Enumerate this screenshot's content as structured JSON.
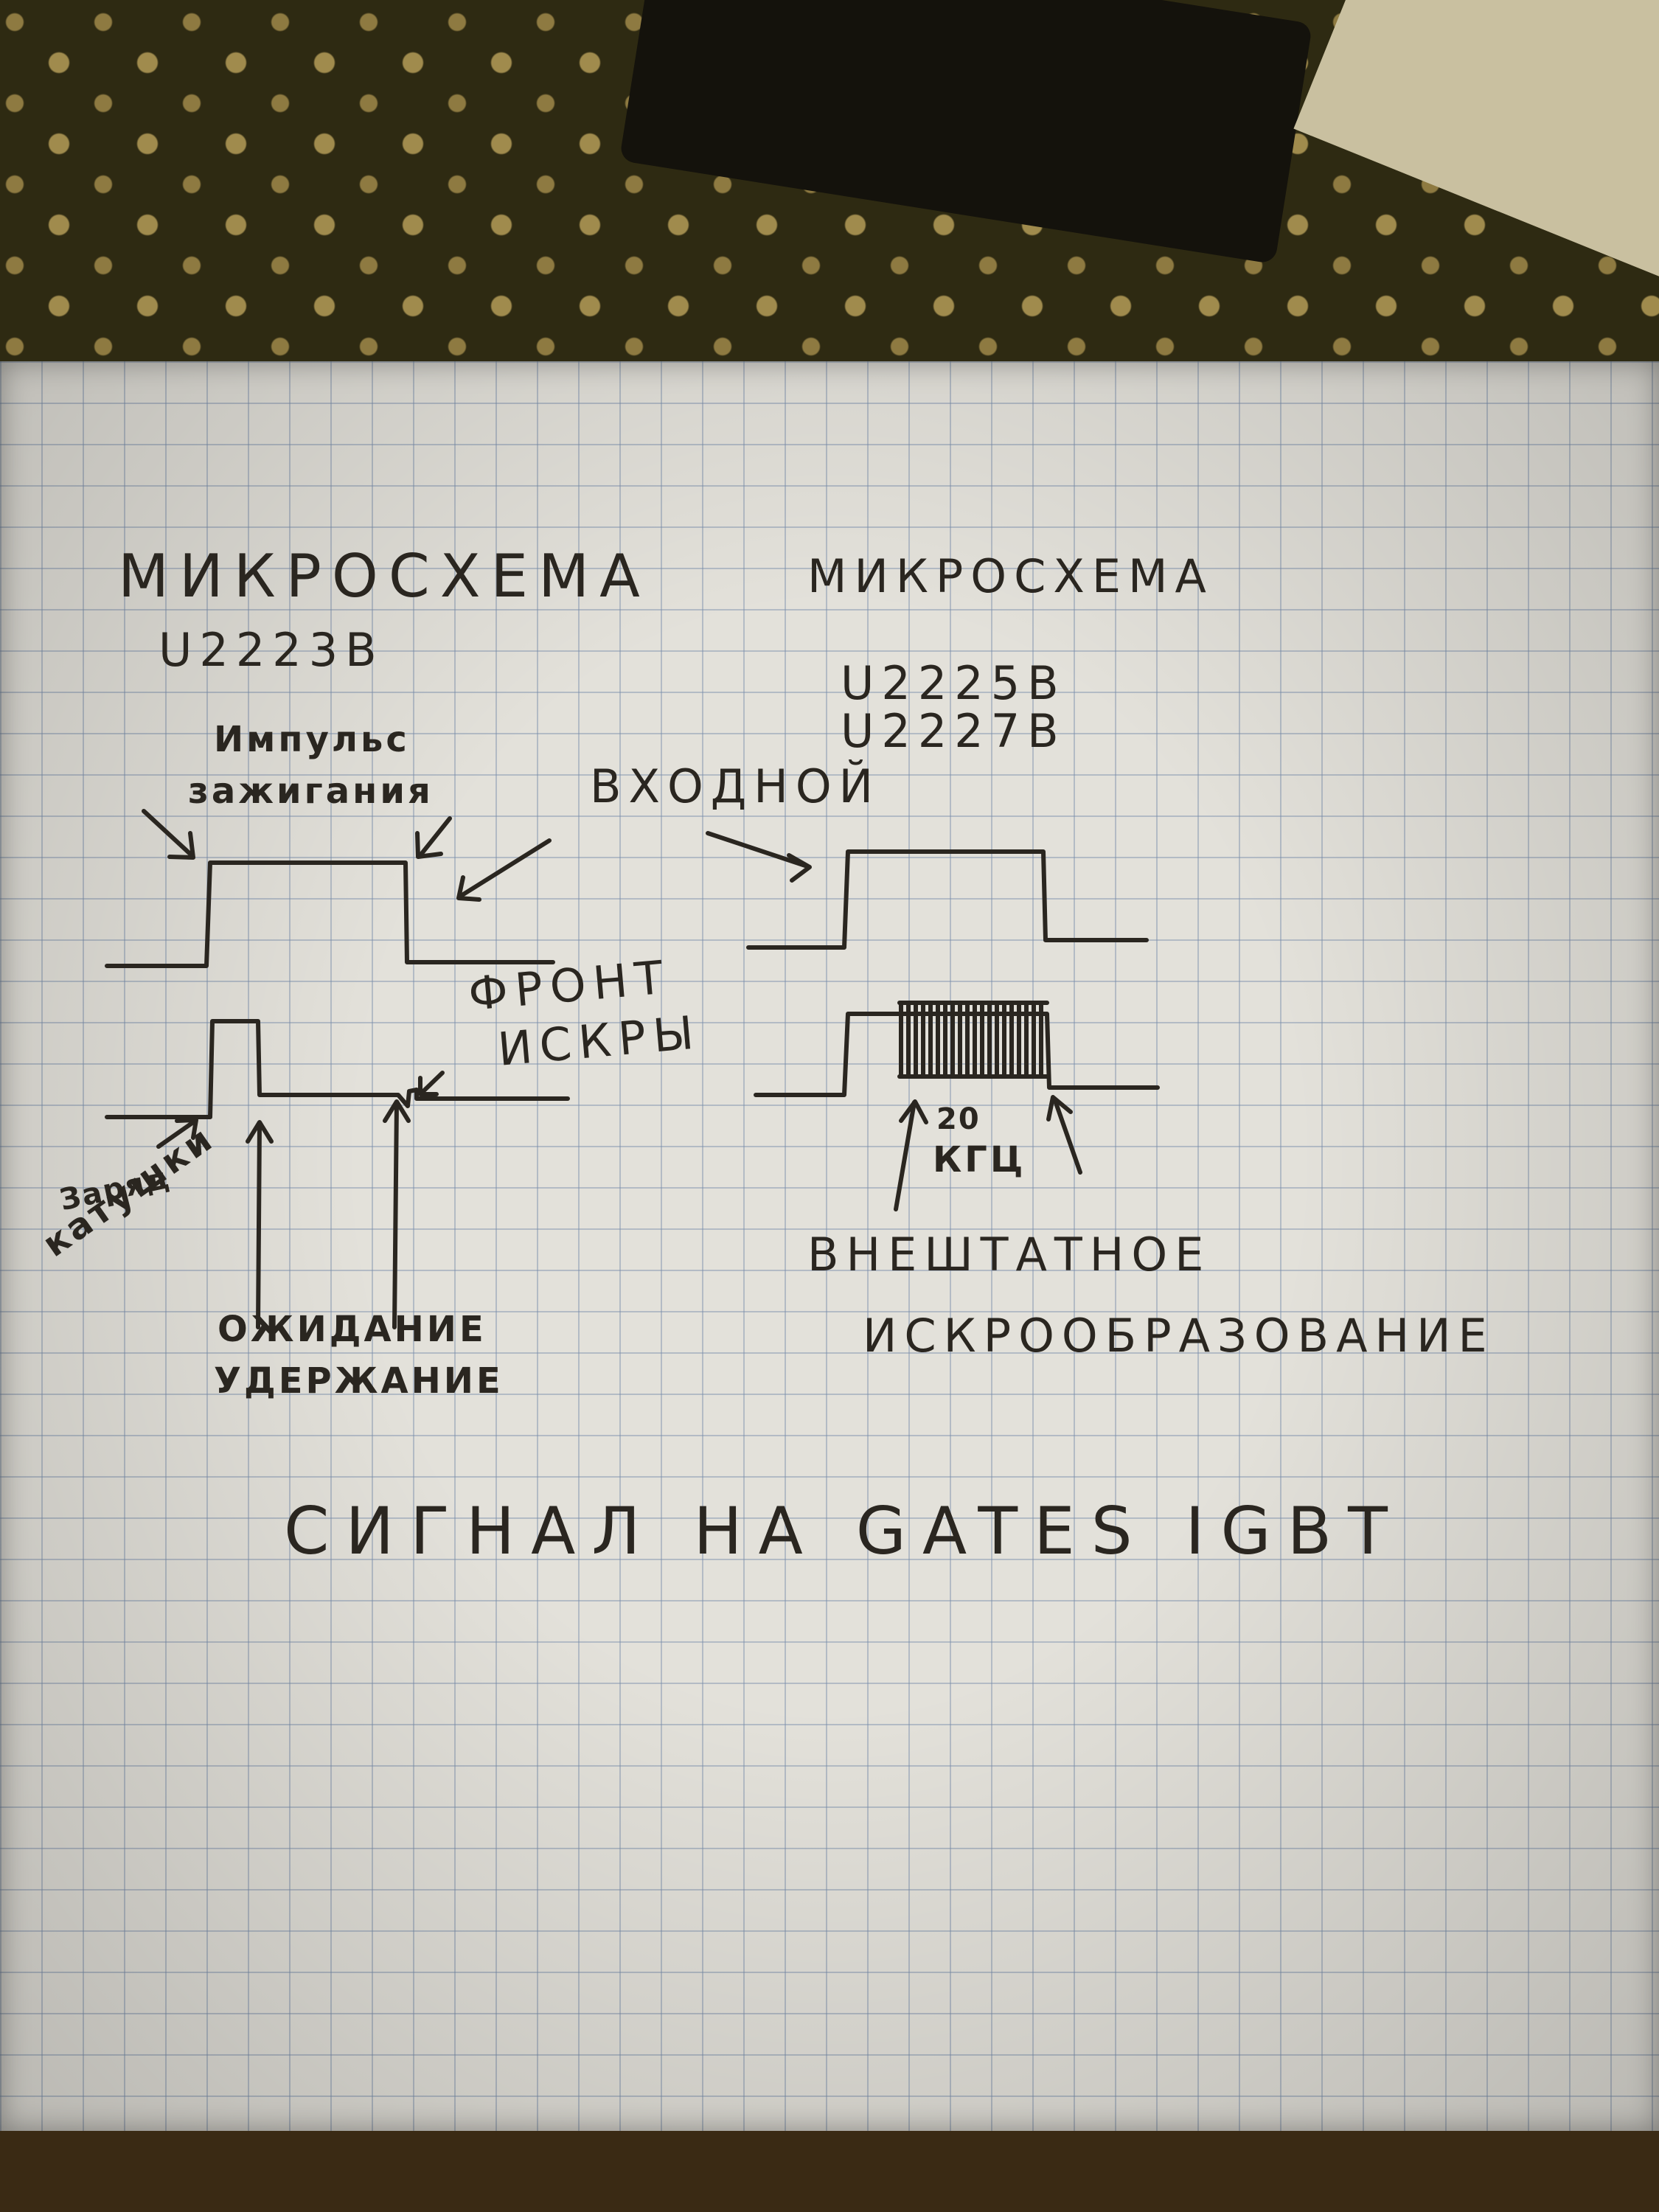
{
  "left_chip": {
    "title": "МИКРОСХЕМА",
    "model": "U2223B",
    "label_ignition_pulse_line1": "Импульс",
    "label_ignition_pulse_line2": "зажигания",
    "label_spark_front_line1": "ФРОНТ",
    "label_spark_front_line2": "ИСКРЫ",
    "label_coil_charge_line1": "Заряд",
    "label_coil_charge_line2": "катушки",
    "label_wait_line1": "ОЖИДАНИЕ",
    "label_wait_line2": "УДЕРЖАНИЕ"
  },
  "right_chip": {
    "title": "МИКРОСХЕМА",
    "model_1": "U2225B",
    "model_2": "U2227B",
    "label_input": "ВХОДНОЙ",
    "label_freq_value": "20",
    "label_freq_unit": "КГЦ",
    "label_abnormal_line1": "ВНЕШТАТНОЕ",
    "label_abnormal_line2": "ИСКРООБРАЗОВАНИЕ"
  },
  "caption": "СИГНАЛ НА GATES IGBT",
  "colors": {
    "ink": "#2a2620",
    "paper": "#e3e1da",
    "grid": "#788caa"
  }
}
